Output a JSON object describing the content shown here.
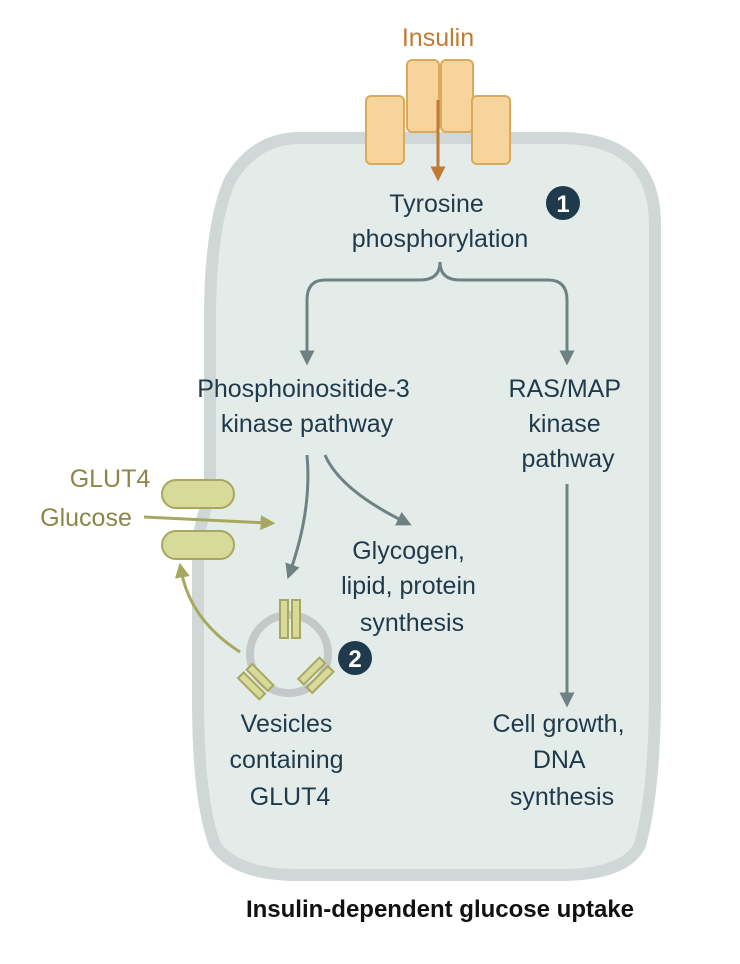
{
  "labels": {
    "insulin": "Insulin",
    "tyrosine_line1": "Tyrosine",
    "tyrosine_line2": "phosphorylation",
    "pi3k_line1": "Phosphoinositide-3",
    "pi3k_line2": "kinase pathway",
    "ras_line1": "RAS/MAP",
    "ras_line2": "kinase",
    "ras_line3": "pathway",
    "glycogen_line1": "Glycogen,",
    "glycogen_line2": "lipid, protein",
    "glycogen_line3": "synthesis",
    "glut4": "GLUT4",
    "glucose": "Glucose",
    "vesicles_line1": "Vesicles",
    "vesicles_line2": "containing",
    "vesicles_line3": "GLUT4",
    "cell_line1": "Cell growth,",
    "cell_line2": "DNA",
    "cell_line3": "synthesis",
    "caption": "Insulin-dependent glucose uptake"
  },
  "badges": {
    "one": "1",
    "two": "2"
  },
  "colors": {
    "membrane": "#cfd8d6",
    "cytoplasm": "#e4ecea",
    "receptor": "#f6d49b",
    "receptor_stroke": "#d9a95c",
    "arrow": "#6f8283",
    "insulin_arrow": "#c07a34",
    "glut4_fill": "#d8da9a",
    "glut4_stroke": "#a7a860",
    "badge": "#1f3a4b",
    "text": "#1f3a4b"
  }
}
